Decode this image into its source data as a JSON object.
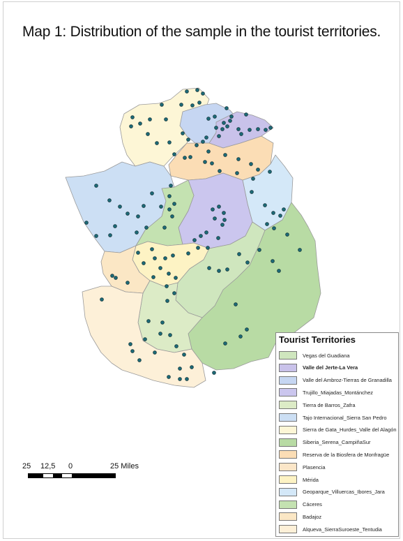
{
  "title": "Map 1: Distribution of the sample in the tourist territories.",
  "legend": {
    "title": "Tourist Territories",
    "items": [
      {
        "label": "Vegas del Guadiana",
        "color": "#cfe6be",
        "bold": false
      },
      {
        "label": "Valle del Jerte-La Vera",
        "color": "#c9c2ea",
        "bold": true
      },
      {
        "label": "Valle del Ambroz-Tierras de Granadilla",
        "color": "#c6d6f2",
        "bold": false
      },
      {
        "label": "Trujillo_Miajadas_Montánchez",
        "color": "#cbc6ee",
        "bold": false
      },
      {
        "label": "Tierra de Barros_Zafra",
        "color": "#dcebc6",
        "bold": false
      },
      {
        "label": "Tajo Internacional_Sierra San Pedro",
        "color": "#ccdff4",
        "bold": false
      },
      {
        "label": "Sierra de Gata_Hurdes_Valle del Alagón",
        "color": "#fdf6d6",
        "bold": false
      },
      {
        "label": "Siberia_Serena_CampiñaSur",
        "color": "#b8dba4",
        "bold": false
      },
      {
        "label": "Reserva de la Biosfera de Monfragüe",
        "color": "#fbddb5",
        "bold": false
      },
      {
        "label": "Plasencia",
        "color": "#fbe6c8",
        "bold": false
      },
      {
        "label": "Mérida",
        "color": "#fdf3c4",
        "bold": false
      },
      {
        "label": "Geoparque_Villuercas_Ibores_Jara",
        "color": "#d4e8f8",
        "bold": false
      },
      {
        "label": "Cáceres",
        "color": "#c4e2b1",
        "bold": false
      },
      {
        "label": "Badajoz",
        "color": "#fbe7c5",
        "bold": false
      },
      {
        "label": "Alqueva_SierraSuroeste_Tentudia",
        "color": "#fdf0d8",
        "bold": false
      }
    ]
  },
  "scale": {
    "labels": [
      "25",
      "12,5",
      "0",
      "25 Miles"
    ]
  },
  "map": {
    "dot_color": "#1d6b78",
    "dot_stroke": "#0b2a30"
  }
}
